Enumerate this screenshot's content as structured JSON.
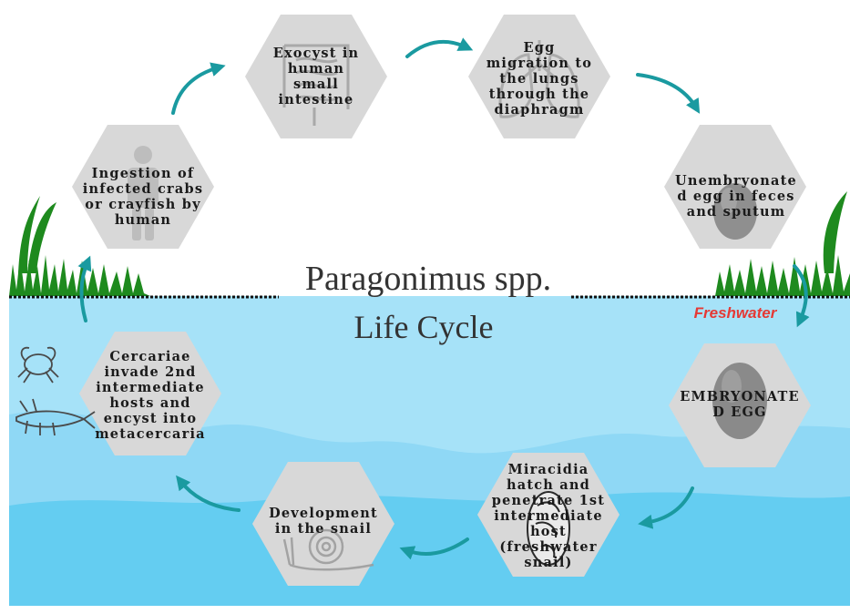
{
  "title_line1": "Paragonimus spp.",
  "title_line2": "Life Cycle",
  "environment_label": "Freshwater",
  "colors": {
    "hexagon": "#d8d8d8",
    "water_dark": "#64cdf1",
    "water_light": "#a6e2f8",
    "arrow": "#1a9aa0",
    "grass": "#1e8a1e",
    "label_accent": "#e53935"
  },
  "stages": [
    {
      "id": "exocyst",
      "label": "Exocyst in human small intestine",
      "icon": "intestine-icon"
    },
    {
      "id": "egg-migration",
      "label": "Egg migration to the lungs through the diaphragm",
      "icon": "lungs-icon"
    },
    {
      "id": "unembryonated-egg",
      "label": "Unembryonate d egg in feces and sputum",
      "icon": "egg-icon"
    },
    {
      "id": "embryonated-egg",
      "label": "EMBRYONATE D EGG",
      "icon": "egg-icon"
    },
    {
      "id": "miracidia",
      "label": "Miracidia hatch and penetrate 1st intermediate host (freshwater snail)",
      "icon": "miracidium-icon"
    },
    {
      "id": "snail-development",
      "label": "Development in the snail",
      "icon": "snail-icon"
    },
    {
      "id": "cercariae",
      "label": "Cercariae invade 2nd intermediate hosts and encyst into metacercaria",
      "icon": "crab-crayfish-icon"
    },
    {
      "id": "ingestion",
      "label": "Ingestion of infected crabs or crayfish by human",
      "icon": "human-icon"
    }
  ]
}
